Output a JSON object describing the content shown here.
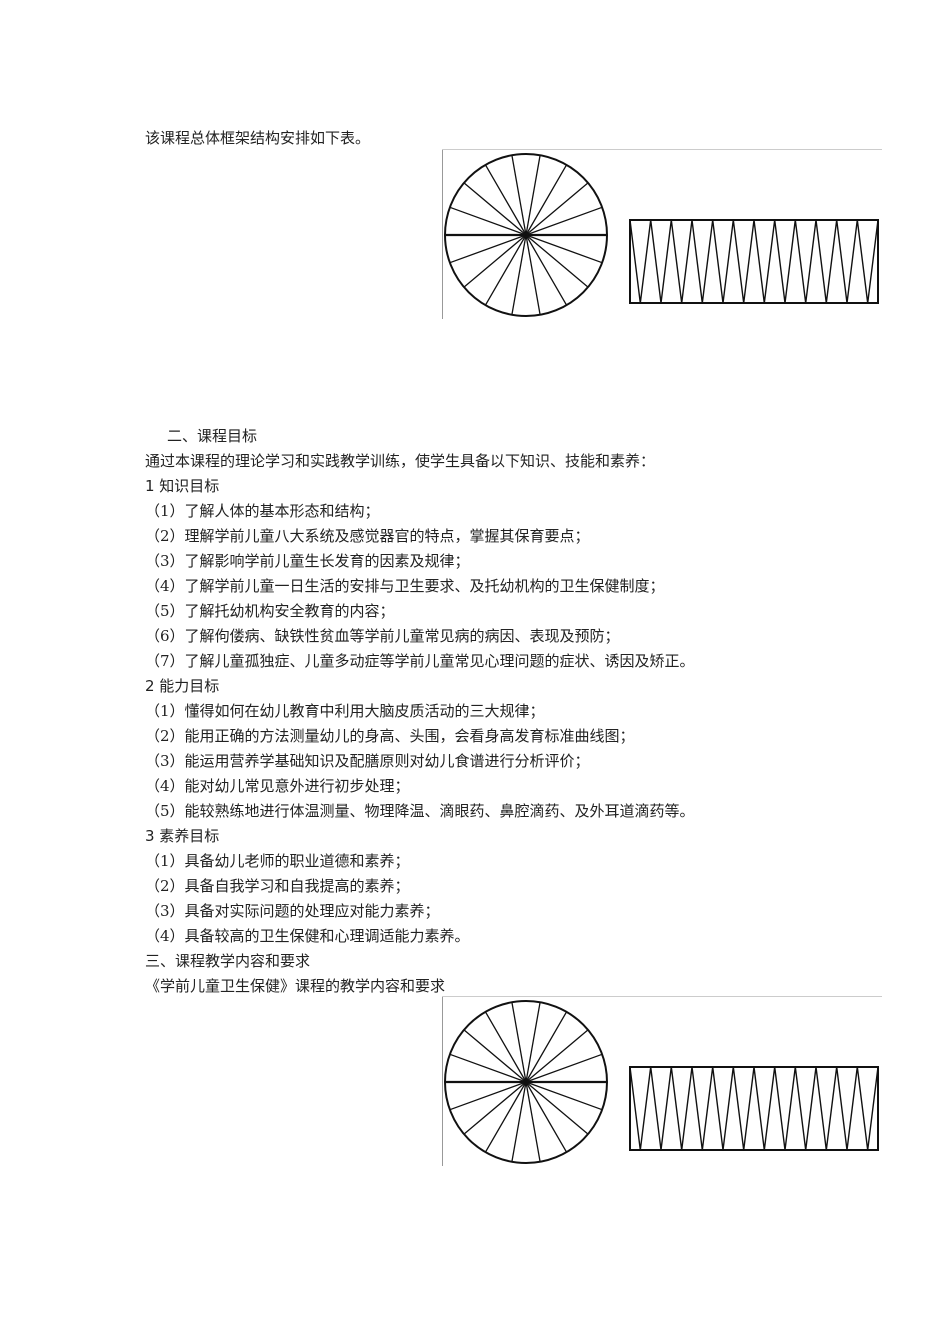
{
  "intro": "该课程总体框架结构安排如下表。",
  "section2": {
    "title": "二、课程目标",
    "lead": "通过本课程的理论学习和实践教学训练，使学生具备以下知识、技能和素养：",
    "groups": [
      {
        "title": "1  知识目标",
        "items": [
          "（1）了解人体的基本形态和结构；",
          "（2）理解学前儿童八大系统及感觉器官的特点，掌握其保育要点；",
          "（3）了解影响学前儿童生长发育的因素及规律；",
          "（4）了解学前儿童一日生活的安排与卫生要求、及托幼机构的卫生保健制度；",
          "（5）了解托幼机构安全教育的内容；",
          "（6）了解佝偻病、缺铁性贫血等学前儿童常见病的病因、表现及预防；",
          "（7）了解儿童孤独症、儿童多动症等学前儿童常见心理问题的症状、诱因及矫正。"
        ]
      },
      {
        "title": "2  能力目标",
        "items": [
          "（1）懂得如何在幼儿教育中利用大脑皮质活动的三大规律；",
          "（2）能用正确的方法测量幼儿的身高、头围，会看身高发育标准曲线图；",
          "（3）能运用营养学基础知识及配膳原则对幼儿食谱进行分析评价；",
          "（4）能对幼儿常见意外进行初步处理；",
          "（5）能较熟练地进行体温测量、物理降温、滴眼药、鼻腔滴药、及外耳道滴药等。"
        ]
      },
      {
        "title": "3  素养目标",
        "items": [
          "（1）具备幼儿老师的职业道德和素养；",
          "（2）具备自我学习和自我提高的素养；",
          "（3）具备对实际问题的处理应对能力素养；",
          "（4）具备较高的卫生保健和心理调适能力素养。"
        ]
      }
    ]
  },
  "section3": {
    "title": "三、课程教学内容和要求",
    "subtitle": "《学前儿童卫生保健》课程的教学内容和要求"
  }
}
